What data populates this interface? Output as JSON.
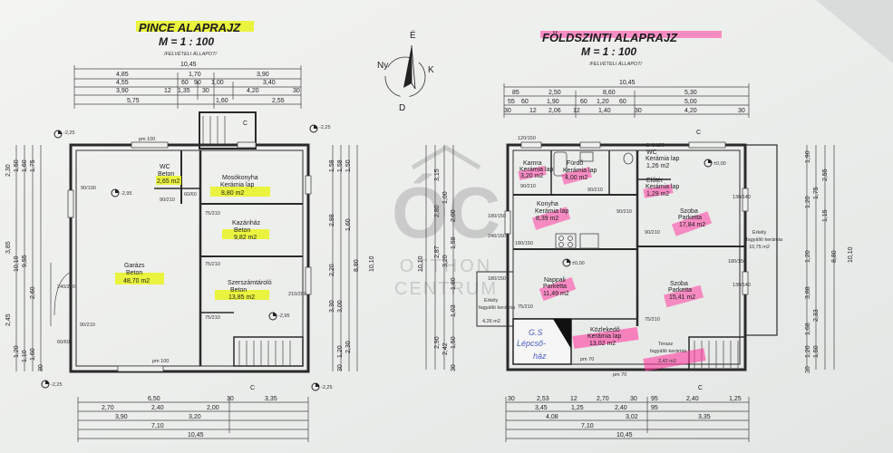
{
  "basement": {
    "title": "PINCE ALAPRAJZ",
    "scale": "M = 1 : 100",
    "state": "/FELVÉTELI ÁLLAPOT/",
    "top_total": "10,45",
    "top_row1": [
      "4,85",
      "1,70",
      "3,90"
    ],
    "top_row2": [
      "4,55",
      "60",
      "90",
      "1,00",
      "3,40"
    ],
    "top_row3": [
      "3,90",
      "12",
      "1,35",
      "30",
      "4,20",
      "30"
    ],
    "top_row4": [
      "5,75",
      "1,60",
      "2,55"
    ],
    "bottom_row1": [
      "6,50",
      "30",
      "3,35"
    ],
    "bottom_row2": [
      "2,70",
      "2,40",
      "2,00"
    ],
    "bottom_row3": [
      "3,90",
      "3,20"
    ],
    "bottom_row4": [
      "7,10"
    ],
    "bottom_total": "10,45",
    "left_dims": [
      "2,30",
      "1,50",
      "1,60",
      "1,75",
      "3,85",
      "10,10",
      "9,55",
      "2,60",
      "2,45",
      "1,20",
      "1,10",
      "1,60",
      "30"
    ],
    "right_dims": [
      "1,58",
      "2,88",
      "2,20",
      "3,30",
      "3,00",
      "8,80",
      "10,10",
      "1,58",
      "1,50",
      "1,60",
      "1,20",
      "2,30",
      "30"
    ],
    "levels": [
      "-2,25",
      "-2,25",
      "-2,95",
      "-2,95",
      "-2,25",
      "-2,25"
    ],
    "section": "C",
    "rooms": [
      {
        "name": "WC",
        "finish": "Beton",
        "area": "2,65 m2"
      },
      {
        "name": "Mosókonyha",
        "finish": "Kerámia lap",
        "area": "8,80 m2"
      },
      {
        "name": "Kazánház",
        "finish": "Beton",
        "area": "9,82 m2"
      },
      {
        "name": "Garázs",
        "finish": "Beton",
        "area": "48,70 m2"
      },
      {
        "name": "Szerszámtároló",
        "finish": "Beton",
        "area": "13,85 m2"
      }
    ],
    "openings": [
      "90/100",
      "90/210",
      "pm 100",
      "60/60",
      "75/210",
      "75/210",
      "75/210",
      "240/200",
      "pm 100",
      "90/210",
      "60/60",
      "210/200"
    ]
  },
  "ground": {
    "title": "FÖLDSZINTI ALAPRAJZ",
    "scale": "M = 1 : 100",
    "state": "/FELVÉTELI ÁLLAPOT/",
    "top_total": "10,45",
    "top_row1": [
      "85",
      "2,50",
      "8,60",
      "5,30"
    ],
    "top_row2": [
      "55",
      "60",
      "1,90",
      "60",
      "1,20",
      "60",
      "5,00"
    ],
    "top_row3": [
      "30",
      "12",
      "2,06",
      "12",
      "1,40",
      "30",
      "4,20",
      "30"
    ],
    "bottom_row1": [
      "30",
      "2,53",
      "12",
      "2,70",
      "30",
      "95",
      "2,40",
      "1,25"
    ],
    "bottom_row2": [
      "3,45",
      "1,25",
      "2,40",
      "95"
    ],
    "bottom_row3": [
      "4,08",
      "3,02",
      "3,35"
    ],
    "bottom_row4": [
      "7,10"
    ],
    "bottom_total": "10,45",
    "left_dims": [
      "3,15",
      "1,00",
      "2,80",
      "2,00",
      "3,20",
      "2,87",
      "10,10",
      "1,58",
      "1,80",
      "1,03",
      "2,90",
      "2,42",
      "1,50",
      "30"
    ],
    "right_dims": [
      "1,90",
      "2,55",
      "1,20",
      "1,75",
      "1,15",
      "1,20",
      "8,80",
      "10,10",
      "3,88",
      "2,33",
      "1,68",
      "1,20",
      "1,50",
      "30"
    ],
    "level": "±0,00",
    "section": "C",
    "rooms": [
      {
        "name": "Kamra",
        "finish": "Kerámia lap",
        "area": "3,20 m2"
      },
      {
        "name": "Fürdő",
        "finish": "Kerámia lap",
        "area": "4,00 m2"
      },
      {
        "name": "WC",
        "finish": "Kerámia lap",
        "area": "1,26 m2"
      },
      {
        "name": "Előtér",
        "finish": "Kerámia lap",
        "area": "1,29 m2"
      },
      {
        "name": "Konyha",
        "finish": "Kerámia lap",
        "area": "8,39 m2"
      },
      {
        "name": "Szoba",
        "finish": "Parketta",
        "area": "17,84 m2"
      },
      {
        "name": "Nappali",
        "finish": "Parketta",
        "area": "11,49 m2"
      },
      {
        "name": "Szoba",
        "finish": "Parketta",
        "area": "15,41 m2"
      },
      {
        "name": "Erkély",
        "finish": "fagyálló kerámia",
        "area": "10,75 m2"
      },
      {
        "name": "Erkély",
        "finish": "fagyálló kerámia",
        "area": "4,26 m2"
      },
      {
        "name": "Közlekedő",
        "finish": "Kerámia lap",
        "area": "13,02 m2"
      },
      {
        "name": "Terasz",
        "finish": "fagyálló kerámia",
        "area": "2,42 m2"
      }
    ],
    "handwriting": [
      "G.S",
      "Lépcső-",
      "ház"
    ],
    "openings": [
      "120/150",
      "90/210",
      "90/210",
      "180/150",
      "90/210",
      "130/140",
      "240/150",
      "90/210",
      "130/140",
      "180/150",
      "180/150",
      "75/210",
      "75/210",
      "pm 70",
      "pm 70",
      "240/150",
      "180/150"
    ]
  },
  "compass": {
    "north": "É",
    "west": "Ny",
    "east": "K",
    "south": "D"
  },
  "watermark": {
    "mark": "ÓC",
    "line1": "OTTHON",
    "line2": "CENTRUM"
  },
  "colors": {
    "highlight_yellow": "#e9f31e",
    "highlight_pink": "#ff3aa0",
    "paper": "#eef0ee",
    "ink": "#222222"
  }
}
